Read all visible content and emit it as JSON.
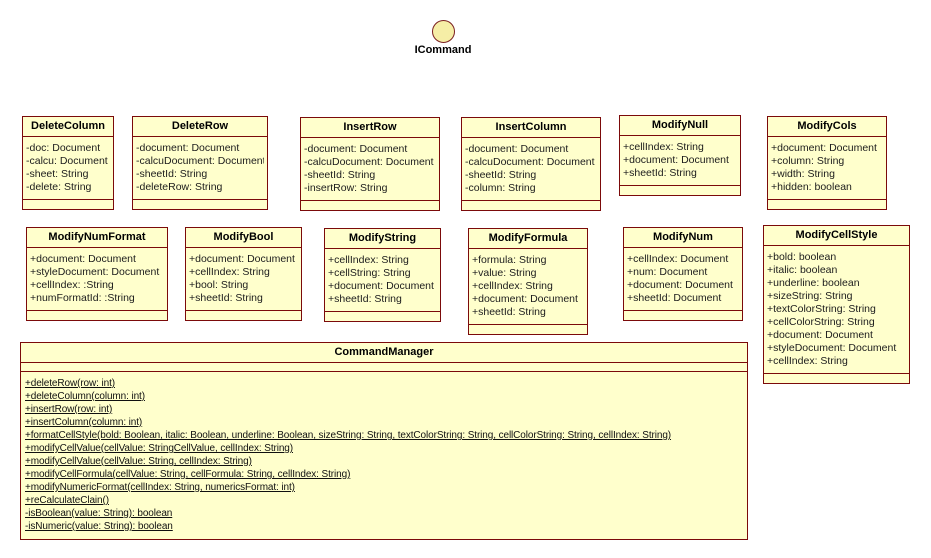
{
  "colors": {
    "box_fill": "#FFFFCC",
    "box_border": "#7B0A0A",
    "circle_fill": "#F6EEA6",
    "title_text": "#000000",
    "member_text": "#1C1C1C"
  },
  "interface": {
    "label": "ICommand"
  },
  "classes": [
    {
      "name": "DeleteColumn",
      "attributes": [
        "-doc: Document",
        "-calcu: Document",
        "-sheet: String",
        "-delete: String"
      ]
    },
    {
      "name": "DeleteRow",
      "attributes": [
        "-document: Document",
        "-calcuDocument: Document",
        "-sheetId: String",
        "-deleteRow: String"
      ]
    },
    {
      "name": "InsertRow",
      "attributes": [
        "-document: Document",
        "-calcuDocument: Document",
        "-sheetId: String",
        "-insertRow: String"
      ]
    },
    {
      "name": "InsertColumn",
      "attributes": [
        "-document: Document",
        "-calcuDocument: Document",
        "-sheetId: String",
        "-column: String"
      ]
    },
    {
      "name": "ModifyNull",
      "attributes": [
        "+cellIndex: String",
        "+document: Document",
        "+sheetId: String"
      ]
    },
    {
      "name": "ModifyCols",
      "attributes": [
        "+document: Document",
        "+column: String",
        "+width: String",
        "+hidden: boolean"
      ]
    },
    {
      "name": "ModifyNumFormat",
      "attributes": [
        "+document: Document",
        "+styleDocument: Document",
        "+cellIndex: :String",
        "+numFormatId: :String"
      ]
    },
    {
      "name": "ModifyBool",
      "attributes": [
        "+document: Document",
        "+cellIndex: String",
        "+bool: String",
        "+sheetId: String"
      ]
    },
    {
      "name": "ModifyString",
      "attributes": [
        "+cellIndex: String",
        "+cellString: String",
        "+document: Document",
        "+sheetId: String"
      ]
    },
    {
      "name": "ModifyFormula",
      "attributes": [
        "+formula: String",
        "+value: String",
        "+cellIndex: String",
        "+document: Document",
        "+sheetId: String"
      ]
    },
    {
      "name": "ModifyNum",
      "attributes": [
        "+cellIndex: Document",
        "+num: Document",
        "+document: Document",
        "+sheetId: Document"
      ]
    },
    {
      "name": "ModifyCellStyle",
      "attributes": [
        "+bold: boolean",
        "+italic: boolean",
        "+underline: boolean",
        "+sizeString: String",
        "+textColorString: String",
        "+cellColorString: String",
        "+document: Document",
        "+styleDocument: Document",
        "+cellIndex: String"
      ]
    }
  ],
  "manager": {
    "name": "CommandManager",
    "methods": [
      "+deleteRow(row: int)",
      "+deleteColumn(column: int)",
      "+insertRow(row: int)",
      "+insertColumn(column: int)",
      "+formatCellStyle(bold: Boolean, italic: Boolean, underline: Boolean, sizeString: String, textColorString: String, cellColorString: String, cellIndex: String)",
      "+modifyCellValue(cellValue: StringCellValue, cellIndex: String)",
      "+modifyCellValue(cellValue: String, cellIndex: String)",
      "+modifyCellFormula(cellValue: String, cellFormula: String, cellIndex: String)",
      "+modifyNumericFormat(cellIndex: String, numericsFormat: int)",
      "+reCalculateClain()",
      "-isBoolean(value: String): boolean",
      "-isNumeric(value: String): boolean"
    ]
  }
}
